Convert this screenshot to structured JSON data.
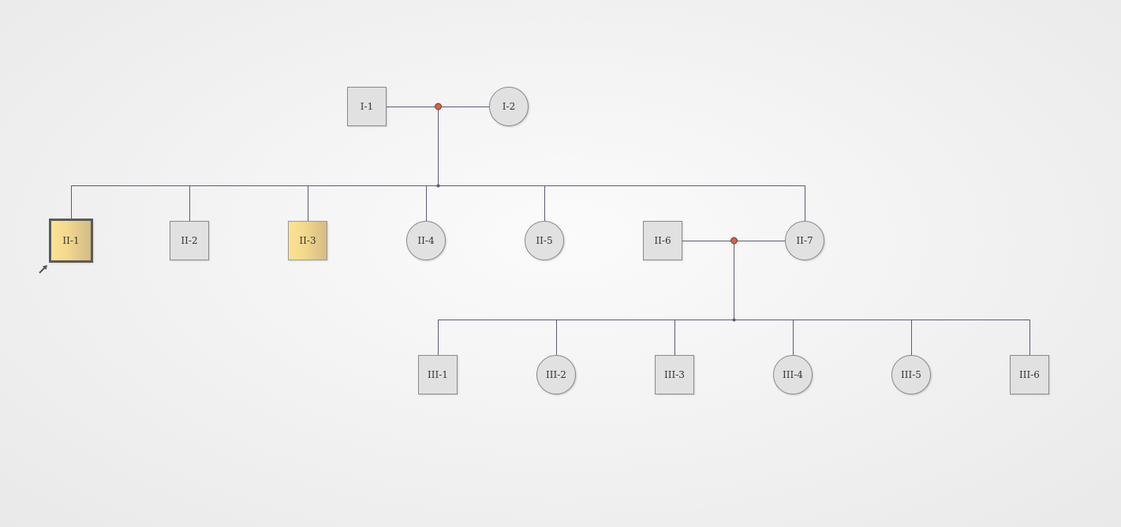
{
  "colors": {
    "line": "#5a5b78",
    "union_dot": "#d9604a",
    "affected": "#f4d88c",
    "unaffected": "#e1e1e1"
  },
  "generation_1": {
    "I-1": {
      "label": "I-1",
      "sex": "male",
      "status": "unaffected"
    },
    "I-2": {
      "label": "I-2",
      "sex": "female",
      "status": "unaffected"
    }
  },
  "generation_2": {
    "II-1": {
      "label": "II-1",
      "sex": "male",
      "status": "affected",
      "proband": true,
      "marker": "proband-arrow-icon"
    },
    "II-2": {
      "label": "II-2",
      "sex": "male",
      "status": "unaffected"
    },
    "II-3": {
      "label": "II-3",
      "sex": "male",
      "status": "affected"
    },
    "II-4": {
      "label": "II-4",
      "sex": "female",
      "status": "unaffected"
    },
    "II-5": {
      "label": "II-5",
      "sex": "female",
      "status": "unaffected"
    },
    "II-6": {
      "label": "II-6",
      "sex": "male",
      "status": "unaffected"
    },
    "II-7": {
      "label": "II-7",
      "sex": "female",
      "status": "unaffected"
    }
  },
  "generation_3": {
    "III-1": {
      "label": "III-1",
      "sex": "male",
      "status": "unaffected"
    },
    "III-2": {
      "label": "III-2",
      "sex": "female",
      "status": "unaffected"
    },
    "III-3": {
      "label": "III-3",
      "sex": "male",
      "status": "unaffected"
    },
    "III-4": {
      "label": "III-4",
      "sex": "female",
      "status": "unaffected"
    },
    "III-5": {
      "label": "III-5",
      "sex": "female",
      "status": "unaffected"
    },
    "III-6": {
      "label": "III-6",
      "sex": "male",
      "status": "unaffected"
    }
  }
}
